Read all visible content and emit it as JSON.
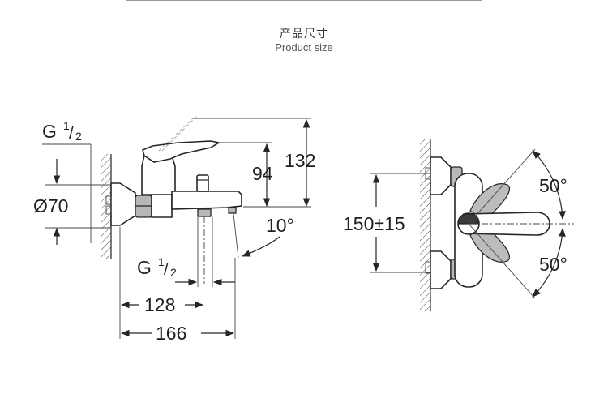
{
  "header": {
    "title_cn": "产品尺寸",
    "title_en": "Product size"
  },
  "side_view": {
    "thread_top": {
      "g": "G",
      "num": "1",
      "den": "2"
    },
    "diameter": "Ø70",
    "height_outlet": "94",
    "height_total": "132",
    "angle": "10°",
    "thread_bottom": {
      "g": "G",
      "num": "1",
      "den": "2"
    },
    "depth_outlet": "128",
    "depth_total": "166"
  },
  "front_view": {
    "spacing": "150±15",
    "angle_top": "50°",
    "angle_bottom": "50°"
  }
}
